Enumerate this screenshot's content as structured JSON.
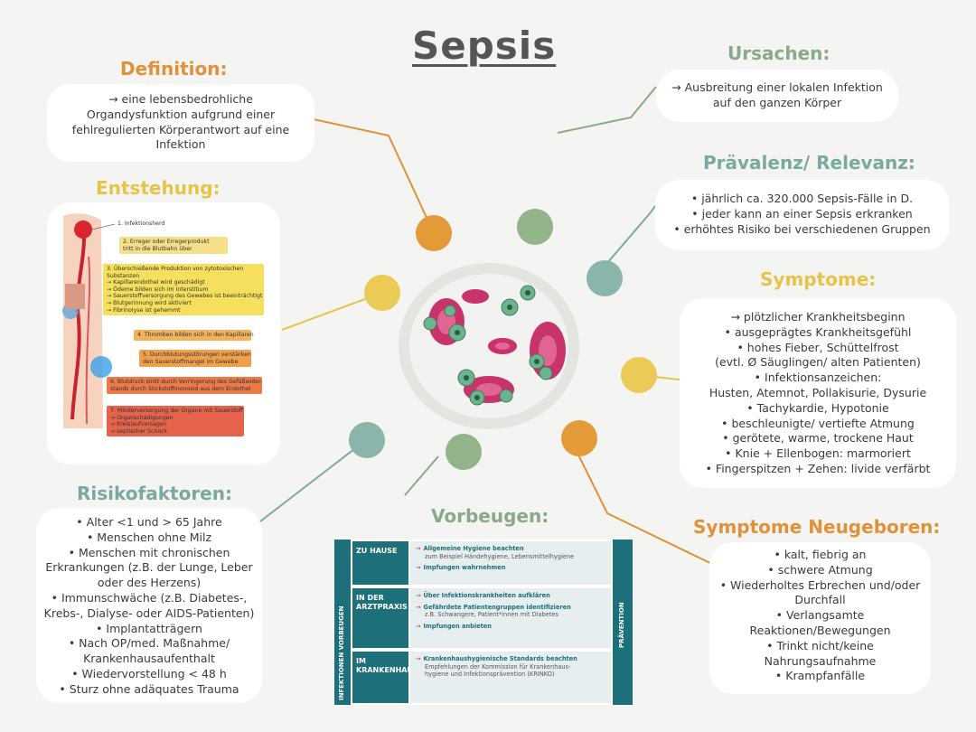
{
  "title": "Sepsis",
  "definition": {
    "heading": "Definition:",
    "lines": [
      "→ eine lebensbedrohliche",
      "Organdysfunktion aufgrund einer",
      "fehlregulierten Körperantwort auf eine",
      "Infektion"
    ]
  },
  "ursachen": {
    "heading": "Ursachen:",
    "lines": [
      "→ Ausbreitung einer lokalen Infektion",
      "auf den ganzen Körper"
    ]
  },
  "praevalenz": {
    "heading": "Prävalenz/ Relevanz:",
    "lines": [
      "• jährlich ca. 320.000 Sepsis-Fälle in D.",
      "• jeder kann an einer Sepsis erkranken",
      "• erhöhtes Risiko bei verschiedenen Gruppen"
    ]
  },
  "entstehung": {
    "heading": "Entstehung:",
    "steps": [
      {
        "lines": [
          "1. Infektionsherd"
        ]
      },
      {
        "lines": [
          "2. Erreger oder Erregerprodukt",
          "tritt in die Blutbahn über"
        ]
      },
      {
        "lines": [
          "3. Überschießende Produktion von zytotoxischen",
          "Substanzen",
          "→ Kapillarendothel wird geschädigt",
          "→ Ödeme bilden sich im Interstitium",
          "→ Sauerstoffversorgung des Gewebes ist beeinträchtigt",
          "→ Blutgerinnung wird aktiviert",
          "→ Fibrinolyse ist gehemmt"
        ]
      },
      {
        "lines": [
          "4. Thromben bilden sich in den Kapillaren"
        ]
      },
      {
        "lines": [
          "5. Durchblutungsstörungen verstärken",
          "den Sauerstoffmangel im Gewebe"
        ]
      },
      {
        "lines": [
          "6. Blutdruck sinkt durch Verringerung des Gefäßwider-",
          "stands durch Stickstoffmonoxid aus dem Endothel"
        ]
      },
      {
        "lines": [
          "7. Minderversorgung der Organe mit Sauerstoff",
          "→ Organschädigungen",
          "→ Kreislaufversagen",
          "→ septischer Schock"
        ]
      }
    ]
  },
  "symptome": {
    "heading": "Symptome:",
    "lines": [
      "→ plötzlicher Krankheitsbeginn",
      "• ausgeprägtes Krankheitsgefühl",
      "• hohes Fieber, Schüttelfrost",
      "(evtl. Ø Säuglingen/ alten Patienten)",
      "• Infektionsanzeichen:",
      "Husten, Atemnot, Pollakisurie, Dysurie",
      "• Tachykardie, Hypotonie",
      "• beschleunigte/ vertiefte Atmung",
      "• gerötete, warme, trockene Haut",
      "• Knie + Ellenbogen: marmoriert",
      "• Fingerspitzen + Zehen: livide verfärbt"
    ]
  },
  "risikofaktoren": {
    "heading": "Risikofaktoren:",
    "lines": [
      "• Alter <1 und > 65 Jahre",
      "• Menschen ohne Milz",
      "• Menschen mit chronischen",
      "Erkrankungen (z.B. der Lunge, Leber",
      "oder des Herzens)",
      "• Immunschwäche (z.B. Diabetes-,",
      "Krebs-, Dialyse- oder AIDS-Patienten)",
      "• Implantatträgern",
      "• Nach OP/med. Maßnahme/",
      "Krankenhausaufenthalt",
      "• Wiedervorstellung < 48 h",
      "• Sturz ohne adäquates Trauma"
    ]
  },
  "vorbeugen": {
    "heading": "Vorbeugen:",
    "side_label": "INFEKTIONEN VORBEUGEN",
    "right_label": "PRÄVENTION",
    "rows": [
      {
        "label": "ZU HAUSE",
        "items": [
          {
            "title": "Allgemeine Hygiene beachten",
            "sub": "zum Beispiel Händehygiene, Lebensmittelhygiene"
          },
          {
            "title": "Impfungen wahrnehmen",
            "sub": ""
          }
        ]
      },
      {
        "label": "IN DER ARZTPRAXIS",
        "items": [
          {
            "title": "Über Infektionskrankheiten aufklären",
            "sub": ""
          },
          {
            "title": "Gefährdete Patientengruppen identifizieren",
            "sub": "z.B. Schwangere, Patient*innen mit Diabetes"
          },
          {
            "title": "Impfungen anbieten",
            "sub": ""
          }
        ]
      },
      {
        "label": "IM KRANKENHAUS",
        "items": [
          {
            "title": "Krankenhaushygienische Standards beachten",
            "sub": "Empfehlungen der Kommission für Krankenhaus-"
          },
          {
            "title": "",
            "sub": "hygiene und Infektionsprävention (KRINKO)"
          }
        ]
      }
    ]
  },
  "neugeborene": {
    "heading": "Symptome Neugeboren:",
    "lines": [
      "• kalt, fiebrig an",
      "• schwere Atmung",
      "• Wiederholtes Erbrechen und/oder",
      "Durchfall",
      "• Verlangsamte",
      "Reaktionen/Bewegungen",
      "• Trinkt nicht/keine",
      "Nahrungsaufnahme",
      "• Krampfanfälle"
    ]
  },
  "colors": {
    "orange": "#e0913a",
    "green": "#8aa88a",
    "teal": "#7aa9a0",
    "yellow": "#e6c44a",
    "table": "#1d6f7a"
  }
}
